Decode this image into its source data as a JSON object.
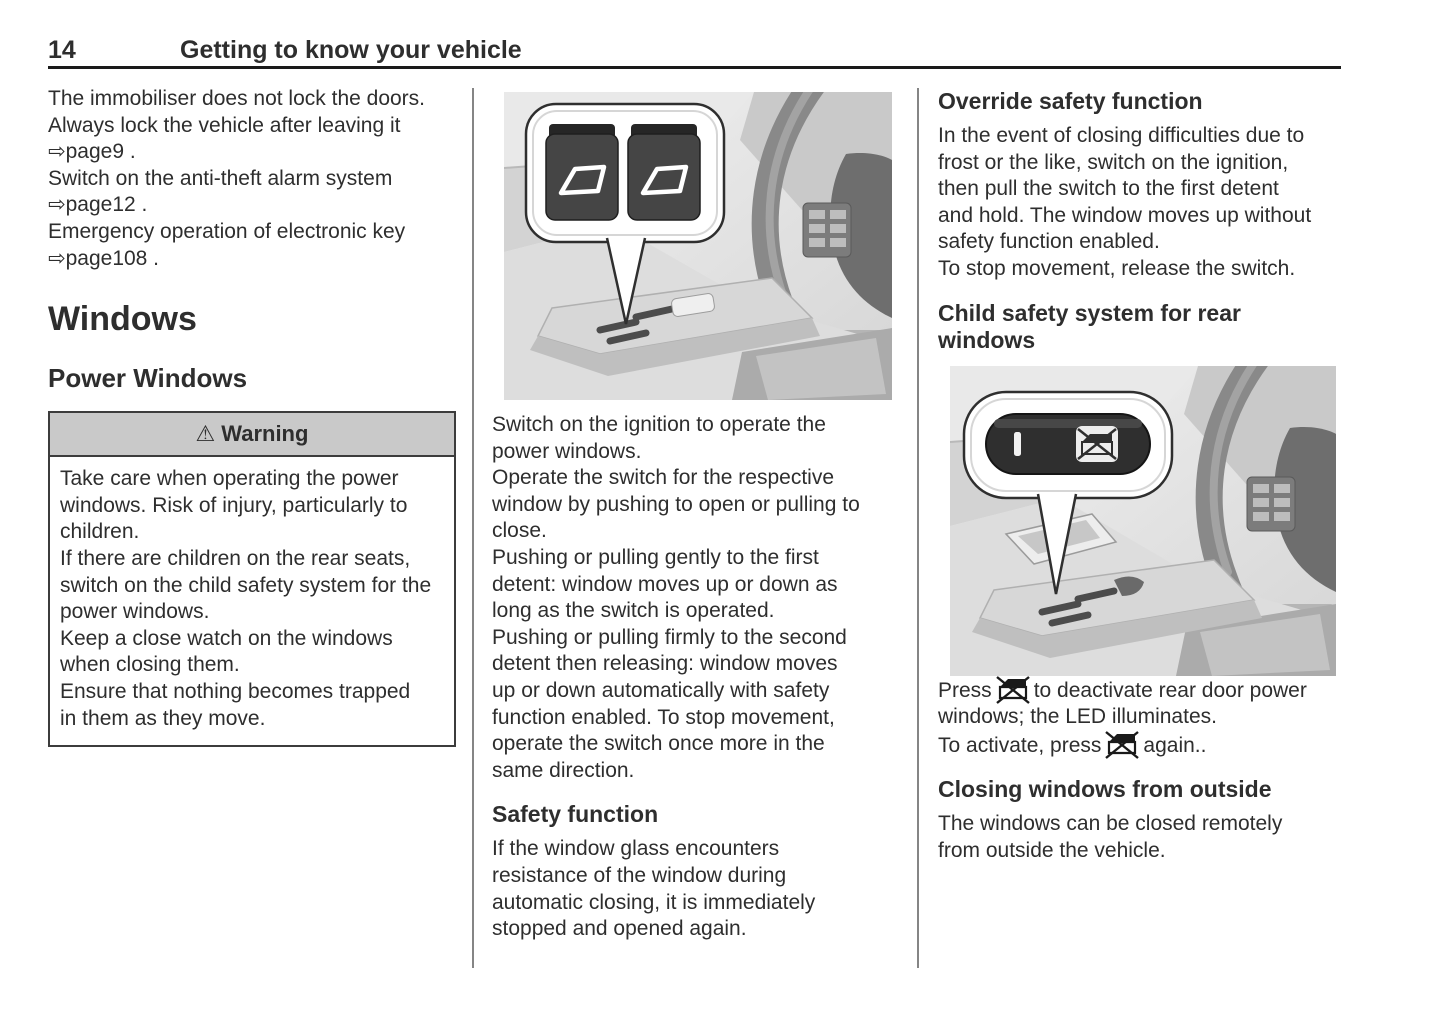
{
  "header": {
    "page_number": "14",
    "title": "Getting to know your vehicle"
  },
  "col1": {
    "intro_lines": [
      "The immobiliser does not lock the doors.",
      "Always lock the vehicle after leaving it",
      "⇨page9 .",
      "Switch on the anti-theft alarm system",
      "⇨page12 .",
      "Emergency operation of electronic key",
      "⇨page108 ."
    ],
    "windows_heading": "Windows",
    "power_windows_heading": "Power Windows",
    "warning": {
      "icon": "⚠",
      "title": "Warning",
      "lines": [
        "Take care when operating the power",
        "windows. Risk of injury, particularly to",
        "children.",
        "If there are children on the rear seats,",
        "switch on the child safety system for the",
        "power windows.",
        "Keep a close watch on the windows",
        "when closing them.",
        "Ensure that nothing becomes trapped",
        "in them as they move."
      ]
    }
  },
  "col2": {
    "illustration_alt": "Driver door with callout of two front power window switches",
    "para_lines": [
      "Switch on the ignition to operate the",
      "power windows.",
      "Operate the switch for the respective",
      "window by pushing to open or pulling to",
      "close.",
      "Pushing or pulling gently to the first",
      "detent: window moves up or down as",
      "long as the switch is operated.",
      "Pushing or pulling firmly to the second",
      "detent then releasing: window moves",
      "up or down automatically with safety",
      "function enabled. To stop movement,",
      "operate the switch once more in the",
      "same direction."
    ],
    "safety_heading": "Safety function",
    "safety_lines": [
      "If the window glass encounters",
      "resistance of the window during",
      "automatic closing, it is immediately",
      "stopped and opened again."
    ]
  },
  "col3": {
    "override_heading": "Override safety function",
    "override_lines": [
      "In the event of closing difficulties due to",
      "frost or the like, switch on the ignition,",
      "then pull the switch to the first detent",
      "and hold. The window moves up without",
      "safety function enabled.",
      "To stop movement, release the switch."
    ],
    "child_heading": "Child safety system for rear windows",
    "illustration_alt": "Driver door with callout of child safety switch with LED and crossed-window symbol",
    "press_deactivate": {
      "before": "Press",
      "after_lines": [
        "to deactivate rear door power",
        "windows; the LED illuminates."
      ]
    },
    "press_activate": {
      "before": "To activate, press",
      "after": "again.."
    },
    "closing_heading": "Closing windows from outside",
    "closing_lines": [
      "The windows can be closed remotely",
      "from outside the vehicle."
    ]
  },
  "icons": {
    "page_ref_arrow": "⇨",
    "warning_triangle": "⚠",
    "child_safety_window": "crossed-out rear window symbol"
  },
  "colors": {
    "text": "#2e2e2e",
    "rule": "#1a1a1a",
    "warning_header_bg": "#c9c9c9",
    "divider": "#858585",
    "switch_dark": "#454545"
  }
}
